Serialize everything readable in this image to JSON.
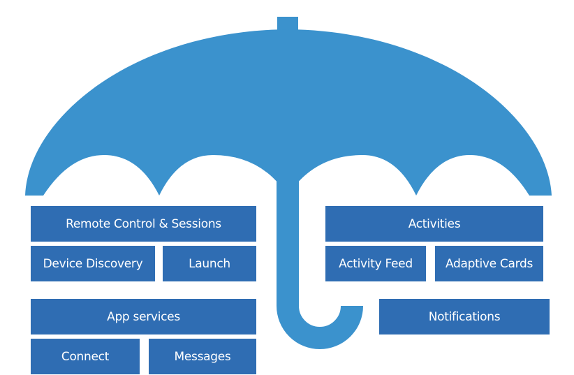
{
  "colors": {
    "umbrella": "#3b92cd",
    "box": "#2f6db3",
    "text": "#ffffff"
  },
  "left_group": {
    "remote_control": "Remote Control & Sessions",
    "device_discovery": "Device Discovery",
    "launch": "Launch",
    "app_services": "App services",
    "connect": "Connect",
    "messages": "Messages"
  },
  "right_group": {
    "activities": "Activities",
    "activity_feed": "Activity Feed",
    "adaptive_cards": "Adaptive Cards",
    "notifications": "Notifications"
  }
}
